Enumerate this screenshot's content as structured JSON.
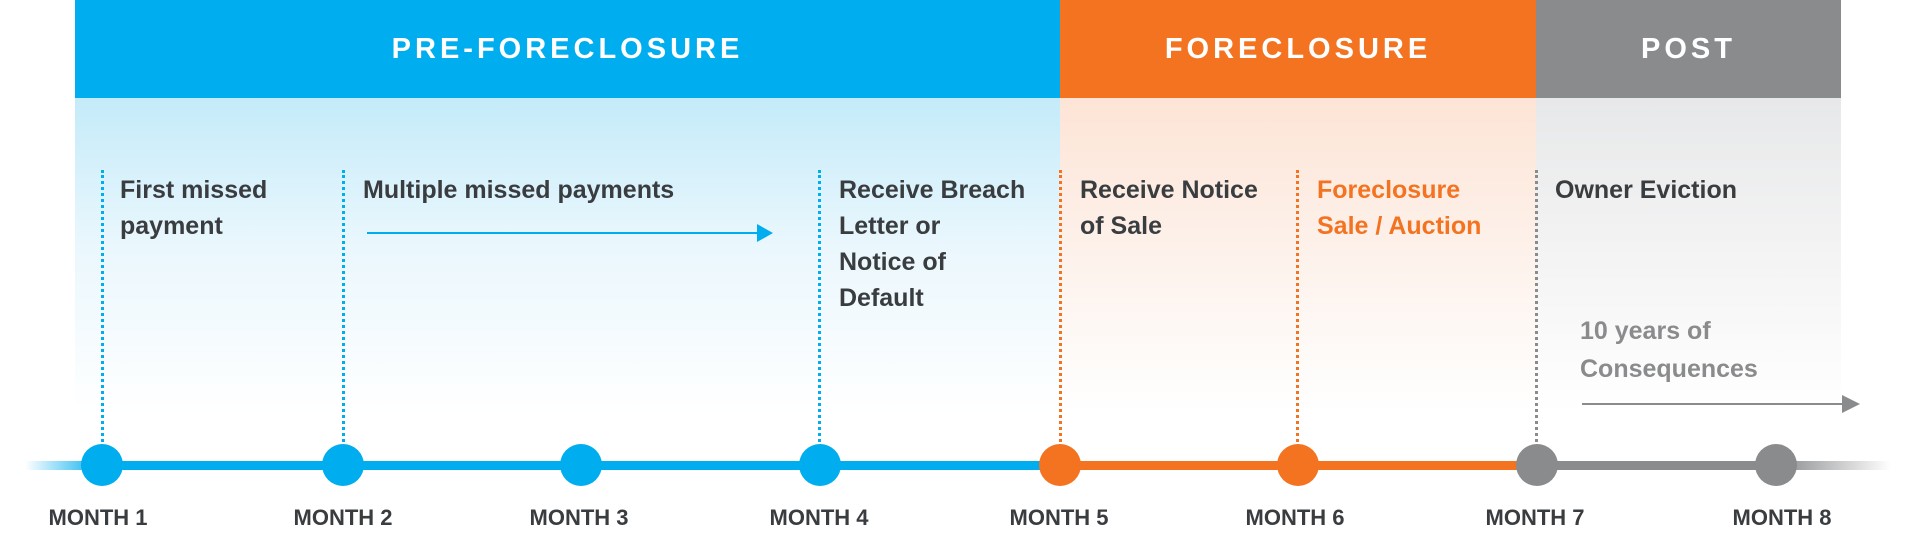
{
  "phases": [
    {
      "label": "PRE-FORECLOSURE",
      "color": "#00adee"
    },
    {
      "label": "FORECLOSURE",
      "color": "#f47321"
    },
    {
      "label": "POST",
      "color": "#8a8b8d"
    }
  ],
  "events": [
    {
      "label": "First missed\npayment",
      "color": "blue"
    },
    {
      "label": "Multiple missed payments",
      "color": "blue"
    },
    {
      "label": "Receive Breach\nLetter or\nNotice of\nDefault",
      "color": "blue"
    },
    {
      "label": "Receive Notice\nof Sale",
      "color": "dark"
    },
    {
      "label": "Foreclosure\nSale / Auction",
      "color": "orange"
    },
    {
      "label": "Owner Eviction",
      "color": "dark"
    }
  ],
  "consequences": "10 years of\nConsequences",
  "months": [
    "MONTH 1",
    "MONTH 2",
    "MONTH 3",
    "MONTH 4",
    "MONTH 5",
    "MONTH 6",
    "MONTH 7",
    "MONTH 8"
  ]
}
